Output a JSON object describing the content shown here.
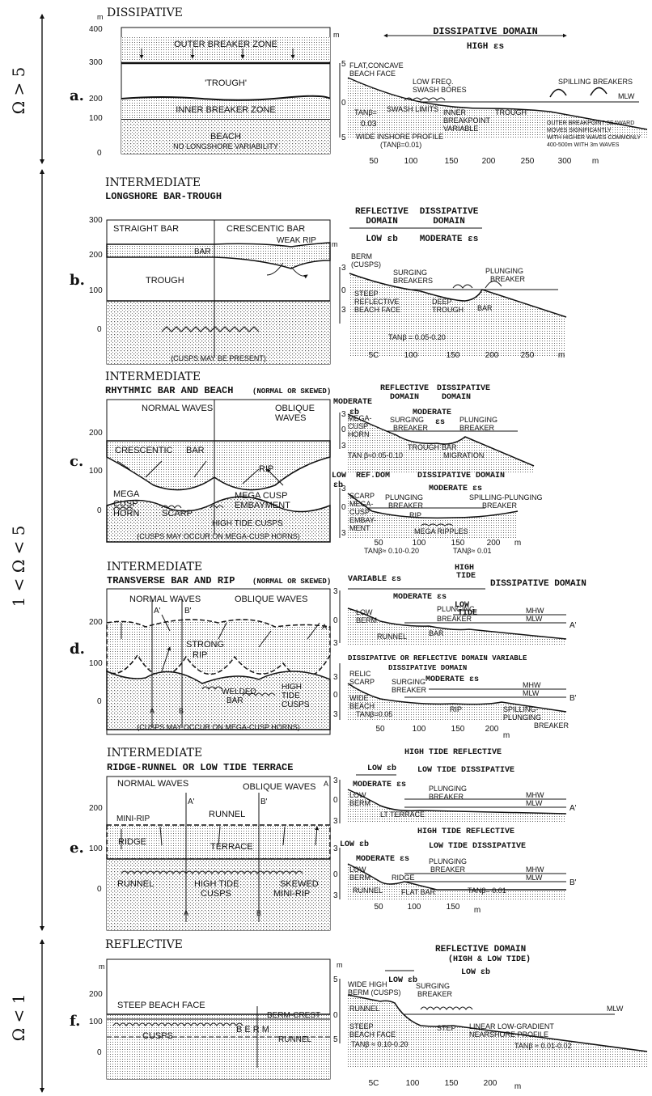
{
  "colors": {
    "ink": "#111111",
    "paper": "#ffffff",
    "sand": "#d6d6d6"
  },
  "omega_labels": {
    "dissipative": "Ω > 5",
    "intermediate": "1 < Ω < 5",
    "reflective": "Ω < 1"
  },
  "common": {
    "unit_m": "m"
  },
  "panel_a": {
    "letter": "a.",
    "title": "DISSIPATIVE",
    "plan_ticks": [
      "400",
      "300",
      "200",
      "100",
      "0"
    ],
    "zones": [
      "OUTER BREAKER ZONE",
      "'TROUGH'",
      "INNER BREAKER ZONE",
      "BEACH",
      "NO LONGSHORE VARIABILITY"
    ],
    "domain": "DISSIPATIVE DOMAIN",
    "param": "HIGH εs",
    "profile_ticks_v": [
      "5",
      "0",
      "5"
    ],
    "labels": [
      "FLAT,CONCAVE",
      "BEACH FACE",
      "LOW FREQ.",
      "SWASH BORES",
      "SWASH LIMITS",
      "INNER",
      "BREAKPOINT",
      "VARIABLE",
      "TROUGH",
      "SPILLING BREAKERS",
      "MLW",
      "TANβ=",
      "0.03",
      "OUTER BREAKPOINT SEAWARD",
      "MOVES SIGNIFICANTLY",
      "WITH HIGHER WAVES COMMONLY",
      "400-500m WITH 3m WAVES",
      "WIDE INSHORE PROFILE",
      "(TANβ=0.01)"
    ],
    "dist_ticks": [
      "50",
      "100",
      "150",
      "200",
      "250",
      "300",
      "m"
    ]
  },
  "panel_b": {
    "letter": "b.",
    "title": "INTERMEDIATE",
    "subtitle": "LONGSHORE BAR-TROUGH",
    "plan_ticks": [
      "300",
      "200",
      "100",
      "0"
    ],
    "plan_labels": [
      "STRAIGHT BAR",
      "CRESCENTIC BAR",
      "WEAK RIP",
      "BAR",
      "TROUGH",
      "(CUSPS MAY BE PRESENT)"
    ],
    "domains": [
      "REFLECTIVE",
      "DOMAIN",
      "DISSIPATIVE",
      "DOMAIN"
    ],
    "params": [
      "LOW εb",
      "MODERATE εs"
    ],
    "profile_ticks_v": [
      "3",
      "0",
      "3"
    ],
    "labels": [
      "BERM",
      "(CUSPS)",
      "SURGING",
      "BREAKERS",
      "PLUNGING",
      "BREAKER",
      "STEEP",
      "REFLECTIVE",
      "BEACH FACE",
      "DEEP",
      "TROUGH",
      "BAR",
      "TANβ = 0.05-0.20"
    ],
    "dist_ticks": [
      "5C",
      "100",
      "150",
      "200",
      "250",
      "m"
    ]
  },
  "panel_c": {
    "letter": "c.",
    "title": "INTERMEDIATE",
    "subtitle": "RHYTHMIC BAR AND BEACH",
    "subtitle_note": "(NORMAL OR SKEWED)",
    "plan_ticks": [
      "200",
      "100",
      "0"
    ],
    "plan_labels": [
      "NORMAL WAVES",
      "OBLIQUE",
      "WAVES",
      "CRESCENTIC",
      "BAR",
      "RIP",
      "MEGA",
      "CUSP",
      "HORN",
      "SCARP",
      "MEGA CUSP",
      "EMBAYMENT",
      "HIGH TIDE CUSPS",
      "(CUSPS MAY OCCUR ON MEGA-CUSP HORNS)"
    ],
    "upper_domains": [
      "REFLECTIVE",
      "DOMAIN",
      "DISSIPATIVE",
      "DOMAIN"
    ],
    "upper_params": [
      "MODERATE",
      "εb",
      "MODERATE",
      "εs"
    ],
    "upper_labels": [
      "MEGA-",
      "CUSP",
      "HORN",
      "SURGING",
      "BREAKER",
      "PLUNGING",
      "BREAKER",
      "TROUGH",
      "BAR",
      "MIGRATION",
      "TAN β≈0.05-0.10"
    ],
    "lower_domains": [
      "REF.DOM",
      "DISSIPATIVE DOMAIN"
    ],
    "lower_params": [
      "LOW",
      "εb",
      "MODERATE εs"
    ],
    "lower_labels": [
      "SCARP",
      "MEGA-",
      "CUSP",
      "EMBAY-",
      "MENT",
      "PLUNGING",
      "BREAKER",
      "SPILLING-PLUNGING",
      "BREAKER",
      "RIP",
      "MEGA RIPPLES",
      "TANβ≈ 0.10-0.20",
      "TANβ≈ 0.01"
    ],
    "profile_ticks_v": [
      "3",
      "0",
      "3",
      "3",
      "0",
      "3"
    ],
    "dist_ticks": [
      "50",
      "100",
      "150",
      "200",
      "m"
    ]
  },
  "panel_d": {
    "letter": "d.",
    "title": "INTERMEDIATE",
    "subtitle": "TRANSVERSE BAR AND RIP",
    "subtitle_note": "(NORMAL OR SKEWED)",
    "plan_ticks": [
      "200",
      "100",
      "0"
    ],
    "plan_labels": [
      "NORMAL WAVES",
      "OBLIQUE WAVES",
      "A'",
      "B'",
      "STRONG",
      "RIP",
      "WELDED",
      "BAR",
      "HIGH",
      "TIDE",
      "CUSPS",
      "A",
      "B",
      "A",
      "(CUSPS MAY OCCUR ON MEGA-CUSP HORNS)"
    ],
    "upper_domains": [
      "VARIABLE εs",
      "HIGH",
      "TIDE",
      "DISSIPATIVE DOMAIN",
      "MODERATE εs",
      "LOW",
      "TIDE"
    ],
    "upper_labels": [
      "LOW",
      "BERM",
      "PLUNGING",
      "BREAKER",
      "MHW",
      "MLW",
      "RUNNEL",
      "BAR",
      "A'"
    ],
    "lower_domains": [
      "DISSIPATIVE OR REFLECTIVE DOMAIN VARIABLE",
      "DISSIPATIVE DOMAIN",
      "MODERATE εs"
    ],
    "lower_labels": [
      "RELIC",
      "SCARP",
      "SURGING",
      "BREAKER",
      "MHW",
      "MLW",
      "WIDE",
      "BEACH",
      "RIP",
      "SPILLING-",
      "PLUNGING",
      "BREAKER",
      "TANβ=0.05",
      "B'"
    ],
    "profile_ticks_v": [
      "3",
      "0",
      "3",
      "3",
      "0",
      "3"
    ],
    "dist_ticks": [
      "50",
      "100",
      "150",
      "200",
      "m"
    ]
  },
  "panel_e": {
    "letter": "e.",
    "title": "INTERMEDIATE",
    "subtitle": "RIDGE-RUNNEL OR LOW TIDE TERRACE",
    "plan_ticks": [
      "200",
      "100",
      "0"
    ],
    "plan_labels": [
      "NORMAL WAVES",
      "OBLIQUE WAVES",
      "MINI-RIP",
      "RIDGE",
      "RUNNEL",
      "A'",
      "B'",
      "A",
      "TERRACE",
      "RUNNEL",
      "HIGH TIDE",
      "CUSPS",
      "SKEWED",
      "MINI-RIP",
      "A",
      "B"
    ],
    "upper_domains": [
      "HIGH TIDE REFLECTIVE",
      "LOW εb",
      "LOW TIDE DISSIPATIVE",
      "MODERATE εs"
    ],
    "upper_labels": [
      "PLUNGING",
      "BREAKER",
      "MHW",
      "MLW",
      "LOW",
      "BERM",
      "LT TERRACE",
      "A'"
    ],
    "lower_domains": [
      "HIGH TIDE REFLECTIVE",
      "LOW εb",
      "LOW TIDE DISSIPATIVE",
      "MODERATE εs"
    ],
    "lower_labels": [
      "PLUNGING",
      "BREAKER",
      "MHW",
      "MLW",
      "LOW",
      "BERM",
      "RIDGE",
      "RUNNEL",
      "FLAT BAR",
      "TANβ= 0.01",
      "B'"
    ],
    "profile_ticks_v": [
      "3",
      "0",
      "3",
      "3",
      "0",
      "3"
    ],
    "dist_ticks": [
      "50",
      "100",
      "150",
      "m"
    ]
  },
  "panel_f": {
    "letter": "f.",
    "title": "REFLECTIVE",
    "plan_ticks": [
      "200",
      "100",
      "0"
    ],
    "plan_labels": [
      "STEEP BEACH FACE",
      "BERM-CREST",
      "CUSPS",
      "B E R M",
      "RUNNEL"
    ],
    "domains": [
      "REFLECTIVE DOMAIN",
      "(HIGH & LOW TIDE)",
      "LOW εb",
      "LOW εb"
    ],
    "labels": [
      "WIDE HIGH",
      "BERM (CUSPS)",
      "RUNNEL",
      "SURGING",
      "BREAKER",
      "MLW",
      "STEEP",
      "BEACH FACE",
      "STEP",
      "LINEAR LOW-GRADIENT",
      "NEARSHORE PROFILE",
      "TANβ ≈ 0.10-0.20",
      "TANβ ≈ 0.01-0.02"
    ],
    "profile_ticks_v": [
      "5",
      "0",
      "5"
    ],
    "dist_ticks": [
      "5C",
      "100",
      "150",
      "200",
      "m"
    ]
  }
}
